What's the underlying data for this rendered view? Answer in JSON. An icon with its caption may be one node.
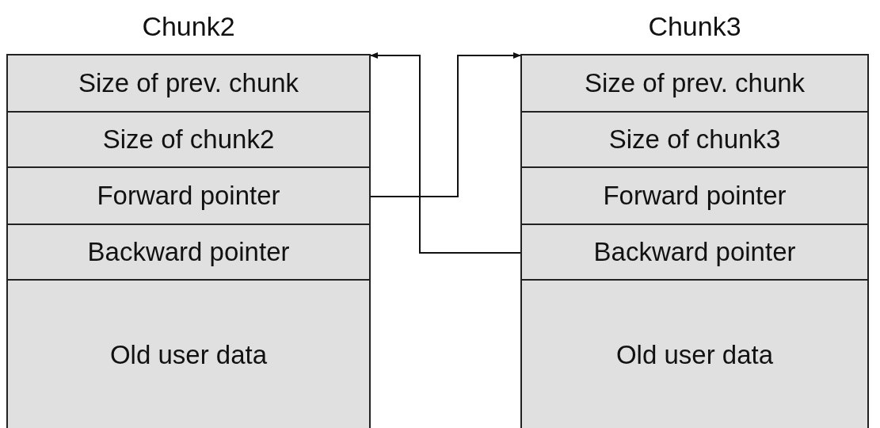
{
  "diagram": {
    "nodes": [
      {
        "text": [
          "Chunk2"
        ]
      },
      {
        "text": [
          "Size of prev. chunk"
        ],
        "in": 0
      },
      {
        "text": [
          "Size of chunk2"
        ],
        "in": 0
      },
      {
        "text": [
          "Forward pointer"
        ],
        "in": 0
      },
      {
        "text": [
          "Backward pointer"
        ],
        "in": 0
      },
      {
        "text": [
          "Old user data"
        ],
        "in": 0
      },
      {
        "text": [
          "Chunk3"
        ]
      },
      {
        "text": [
          "Size of prev. chunk"
        ],
        "in": 6
      },
      {
        "text": [
          "Size of chunk3"
        ],
        "in": 6
      },
      {
        "text": [
          "Forward pointer"
        ],
        "in": 6
      },
      {
        "text": [
          "Backward pointer"
        ],
        "in": 6
      },
      {
        "text": [
          "Old user data"
        ],
        "in": 6
      }
    ],
    "edges": [
      {
        "from": 3,
        "to": 6,
        "arrow": "to"
      },
      {
        "from": 10,
        "to": 0,
        "arrow": "to"
      }
    ]
  }
}
